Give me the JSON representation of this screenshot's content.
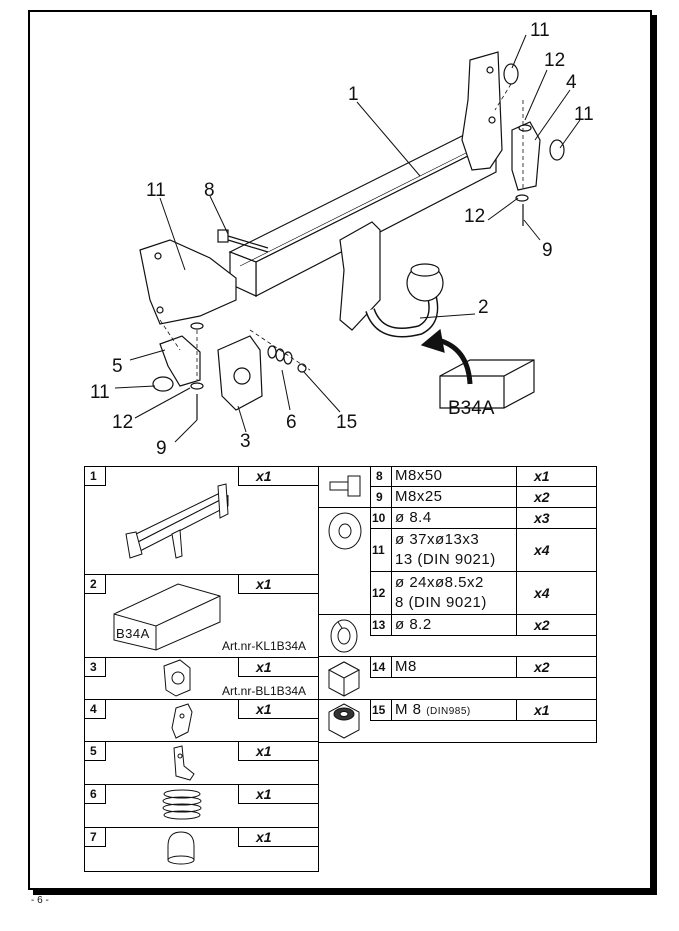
{
  "page_number": "- 6 -",
  "callouts": {
    "c1": "1",
    "c2": "2",
    "c3": "3",
    "c4": "4",
    "c5": "5",
    "c6": "6",
    "c8": "8",
    "c9a": "9",
    "c9b": "9",
    "c11a": "11",
    "c11b": "11",
    "c11c": "11",
    "c11d": "11",
    "c12a": "12",
    "c12b": "12",
    "c12c": "12",
    "c15": "15"
  },
  "box_label": "B34A",
  "parts": {
    "p1": {
      "num": "1",
      "qty": "x1"
    },
    "p2": {
      "num": "2",
      "qty": "x1",
      "box_label": "B34A",
      "art": "Art.nr-KL1B34A"
    },
    "p3": {
      "num": "3",
      "qty": "x1",
      "art": "Art.nr-BL1B34A"
    },
    "p4": {
      "num": "4",
      "qty": "x1"
    },
    "p5": {
      "num": "5",
      "qty": "x1"
    },
    "p6": {
      "num": "6",
      "qty": "x1"
    },
    "p7": {
      "num": "7",
      "qty": "x1"
    },
    "p8": {
      "num": "8",
      "spec": "M8x50",
      "qty": "x1"
    },
    "p9": {
      "num": "9",
      "spec": "M8x25",
      "qty": "x2"
    },
    "p10": {
      "num": "10",
      "spec": "ø 8.4",
      "qty": "x3"
    },
    "p11": {
      "num": "11",
      "spec_line1": "ø 37xø13x3",
      "spec_line2": "13  (DIN 9021)",
      "qty": "x4"
    },
    "p12": {
      "num": "12",
      "spec_line1": "ø 24xø8.5x2",
      "spec_line2": "8   (DIN 9021)",
      "qty": "x4"
    },
    "p13": {
      "num": "13",
      "spec": "ø 8.2",
      "qty": "x2"
    },
    "p14": {
      "num": "14",
      "spec": "M8",
      "qty": "x2"
    },
    "p15": {
      "num": "15",
      "spec": "M 8",
      "spec_note": "(DIN985)",
      "qty": "x1"
    }
  }
}
